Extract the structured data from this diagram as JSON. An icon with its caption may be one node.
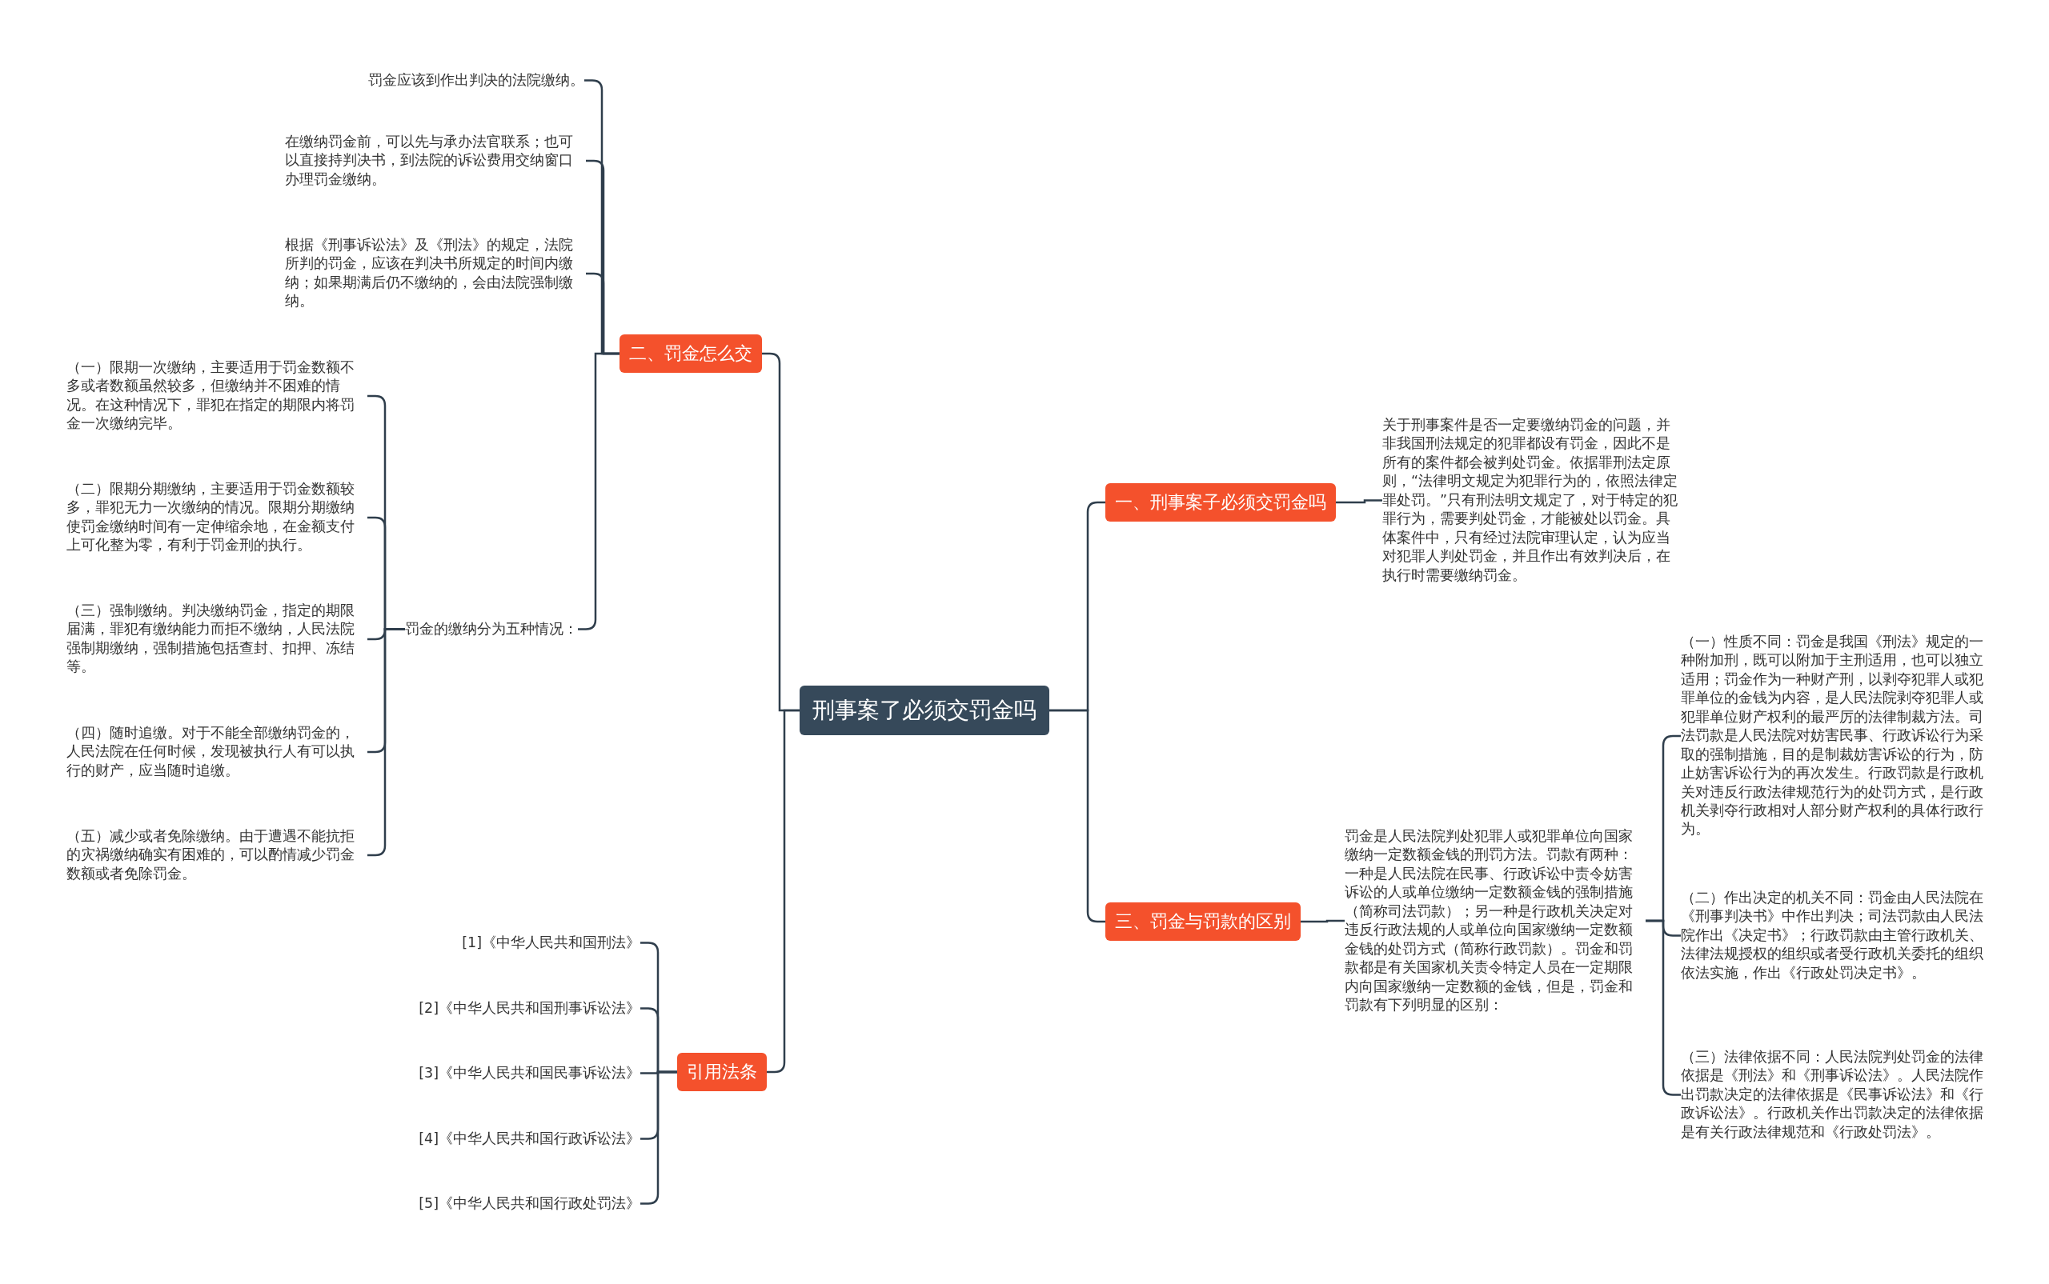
{
  "diagram": {
    "nodes": [
      {
        "text": [
          "刑事案了必须交罚金吗"
        ]
      },
      {
        "text": [
          "二、罚金怎么交"
        ]
      },
      {
        "text": [
          "罚金应该到作出判决的法院缴纳。"
        ]
      },
      {
        "text": [
          "在缴纳罚金前，可以先与承办法官联系；也可以直接持判决书，到法院的诉讼费用交纳窗口办理罚金缴纳。"
        ]
      },
      {
        "text": [
          "根据《刑事诉讼法》及《刑法》的规定，法院所判的罚金，应该在判决书所规定的时间内缴纳；如果期满后仍不缴纳的，会由法院强制缴纳。"
        ]
      },
      {
        "text": [
          "罚金的缴纳分为五种情况："
        ]
      },
      {
        "text": [
          "（一）限期一次缴纳，主要适用于罚金数额不多或者数额虽然较多，但缴纳并不困难的情况。在这种情况下，罪犯在指定的期限内将罚金一次缴纳完毕。"
        ]
      },
      {
        "text": [
          "（二）限期分期缴纳，主要适用于罚金数额较多，罪犯无力一次缴纳的情况。限期分期缴纳使罚金缴纳时间有一定伸缩余地，在金额支付上可化整为零，有利于罚金刑的执行。"
        ]
      },
      {
        "text": [
          "（三）强制缴纳。判决缴纳罚金，指定的期限届满，罪犯有缴纳能力而拒不缴纳，人民法院强制期缴纳，强制措施包括查封、扣押、冻结等。"
        ]
      },
      {
        "text": [
          "（四）随时追缴。对于不能全部缴纳罚金的，人民法院在任何时候，发现被执行人有可以执行的财产，应当随时追缴。"
        ]
      },
      {
        "text": [
          "（五）减少或者免除缴纳。由于遭遇不能抗拒的灾祸缴纳确实有困难的，可以酌情减少罚金数额或者免除罚金。"
        ]
      },
      {
        "text": [
          "引用法条"
        ]
      },
      {
        "text": [
          "[1]《中华人民共和国刑法》"
        ]
      },
      {
        "text": [
          "[2]《中华人民共和国刑事诉讼法》"
        ]
      },
      {
        "text": [
          "[3]《中华人民共和国民事诉讼法》"
        ]
      },
      {
        "text": [
          "[4]《中华人民共和国行政诉讼法》"
        ]
      },
      {
        "text": [
          "[5]《中华人民共和国行政处罚法》"
        ]
      },
      {
        "text": [
          "一、刑事案子必须交罚金吗"
        ]
      },
      {
        "text": [
          "关于刑事案件是否一定要缴纳罚金的问题，并非我国刑法规定的犯罪都设有罚金，因此不是所有的案件都会被判处罚金。依据罪刑法定原则，“法律明文规定为犯罪行为的，依照法律定罪处罚。”只有刑法明文规定了，对于特定的犯罪行为，需要判处罚金，才能被处以罚金。具体案件中，只有经过法院审理认定，认为应当对犯罪人判处罚金，并且作出有效判决后，在执行时需要缴纳罚金。"
        ]
      },
      {
        "text": [
          "三、罚金与罚款的区别"
        ]
      },
      {
        "text": [
          "罚金是人民法院判处犯罪人或犯罪单位向国家缴纳一定数额金钱的刑罚方法。罚款有两种：一种是人民法院在民事、行政诉讼中责令妨害诉讼的人或单位缴纳一定数额金钱的强制措施（简称司法罚款）；另一种是行政机关决定对违反行政法规的人或单位向国家缴纳一定数额金钱的处罚方式（简称行政罚款）。罚金和罚款都是有关国家机关责令特定人员在一定期限内向国家缴纳一定数额的金钱，但是，罚金和罚款有下列明显的区别："
        ]
      },
      {
        "text": [
          "（一）性质不同：罚金是我国《刑法》规定的一种附加刑，既可以附加于主刑适用，也可以独立适用；罚金作为一种财产刑，以剥夺犯罪人或犯罪单位的金钱为内容，是人民法院剥夺犯罪人或犯罪单位财产权利的最严厉的法律制裁方法。司法罚款是人民法院对妨害民事、行政诉讼行为采取的强制措施，目的是制裁妨害诉讼的行为，防止妨害诉讼行为的再次发生。行政罚款是行政机关对违反行政法律规范行为的处罚方式，是行政机关剥夺行政相对人部分财产权利的具体行政行为。"
        ]
      },
      {
        "text": [
          "（二）作出决定的机关不同：罚金由人民法院在《刑事判决书》中作出判决；司法罚款由人民法院作出《决定书》；行政罚款由主管行政机关、法律法规授权的组织或者受行政机关委托的组织依法实施，作出《行政处罚决定书》。"
        ]
      },
      {
        "text": [
          "（三）法律依据不同：人民法院判处罚金的法律依据是《刑法》和《刑事诉讼法》。人民法院作出罚款决定的法律依据是《民事诉讼法》和《行政诉讼法》。行政机关作出罚款决定的法律依据是有关行政法律规范和《行政处罚法》。"
        ]
      }
    ],
    "edges": [
      {
        "from": 0,
        "to": 1,
        "arrow": "none"
      },
      {
        "from": 1,
        "to": 2,
        "arrow": "none"
      },
      {
        "from": 1,
        "to": 3,
        "arrow": "none"
      },
      {
        "from": 1,
        "to": 4,
        "arrow": "none"
      },
      {
        "from": 1,
        "to": 5,
        "arrow": "none"
      },
      {
        "from": 5,
        "to": 6,
        "arrow": "none"
      },
      {
        "from": 5,
        "to": 7,
        "arrow": "none"
      },
      {
        "from": 5,
        "to": 8,
        "arrow": "none"
      },
      {
        "from": 5,
        "to": 9,
        "arrow": "none"
      },
      {
        "from": 5,
        "to": 10,
        "arrow": "none"
      },
      {
        "from": 0,
        "to": 11,
        "arrow": "none"
      },
      {
        "from": 11,
        "to": 12,
        "arrow": "none"
      },
      {
        "from": 11,
        "to": 13,
        "arrow": "none"
      },
      {
        "from": 11,
        "to": 14,
        "arrow": "none"
      },
      {
        "from": 11,
        "to": 15,
        "arrow": "none"
      },
      {
        "from": 11,
        "to": 16,
        "arrow": "none"
      },
      {
        "from": 0,
        "to": 17,
        "arrow": "none"
      },
      {
        "from": 17,
        "to": 18,
        "arrow": "none"
      },
      {
        "from": 0,
        "to": 19,
        "arrow": "none"
      },
      {
        "from": 19,
        "to": 20,
        "arrow": "none"
      },
      {
        "from": 20,
        "to": 21,
        "arrow": "none"
      },
      {
        "from": 20,
        "to": 22,
        "arrow": "none"
      },
      {
        "from": 20,
        "to": 23,
        "arrow": "none"
      }
    ]
  }
}
